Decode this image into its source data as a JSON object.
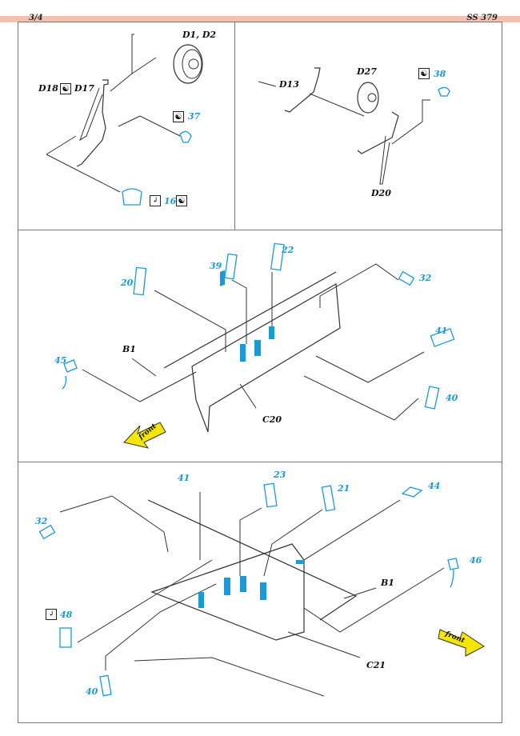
{
  "header": {
    "page_number": "3/4",
    "product_code": "SS 379"
  },
  "colors": {
    "header_band": "#f5c0b0",
    "part_blue": "#1a9ad6",
    "front_arrow": "#f5e600"
  },
  "panel_1": {
    "labels": [
      "D1, D2",
      "D18",
      "D17"
    ],
    "parts": [
      "37",
      "16"
    ],
    "icons": [
      "yin-yang-icon",
      "bend-icon"
    ]
  },
  "panel_2": {
    "labels": [
      "D27",
      "D13",
      "D20"
    ],
    "parts": [
      "38"
    ]
  },
  "panel_3": {
    "labels": [
      "B1",
      "C20"
    ],
    "parts": [
      "20",
      "39",
      "22",
      "32",
      "41",
      "45",
      "40"
    ],
    "front_label": "front"
  },
  "panel_4": {
    "labels": [
      "B1",
      "C21"
    ],
    "parts": [
      "41",
      "23",
      "21",
      "44",
      "32",
      "46",
      "48",
      "40"
    ],
    "front_label": "front"
  }
}
